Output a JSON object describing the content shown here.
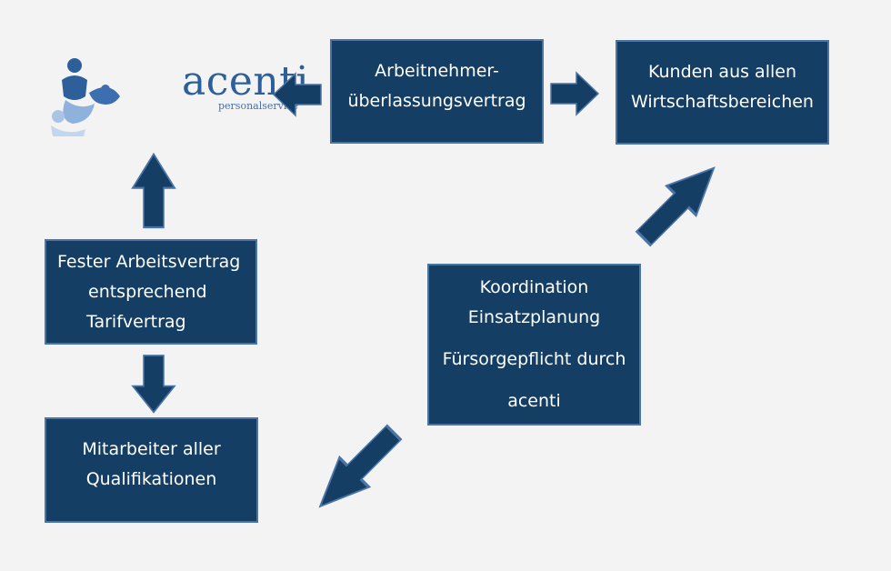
{
  "logo": {
    "wordmark": "acenti",
    "tagline": "personalservice"
  },
  "boxes": {
    "contract": {
      "lines": [
        "Arbeitnehmer-",
        "überlassungsvertrag"
      ]
    },
    "customers": {
      "lines": [
        "Kunden aus allen",
        "Wirtschaftsbereichen"
      ]
    },
    "employment": {
      "lines": [
        "Fester Arbeitsvertrag",
        "entsprechend",
        "Tarifvertrag"
      ]
    },
    "employees": {
      "lines": [
        "Mitarbeiter aller",
        "Qualifikationen"
      ]
    },
    "coordination": {
      "lines": [
        "Koordination",
        "Einsatzplanung",
        "Fürsorgepflicht durch",
        "acenti"
      ]
    }
  },
  "colors": {
    "box_fill": "#153e64",
    "box_border": "#4a73a6",
    "arrow_fill": "#153e64",
    "background": "#f3f3f3"
  }
}
